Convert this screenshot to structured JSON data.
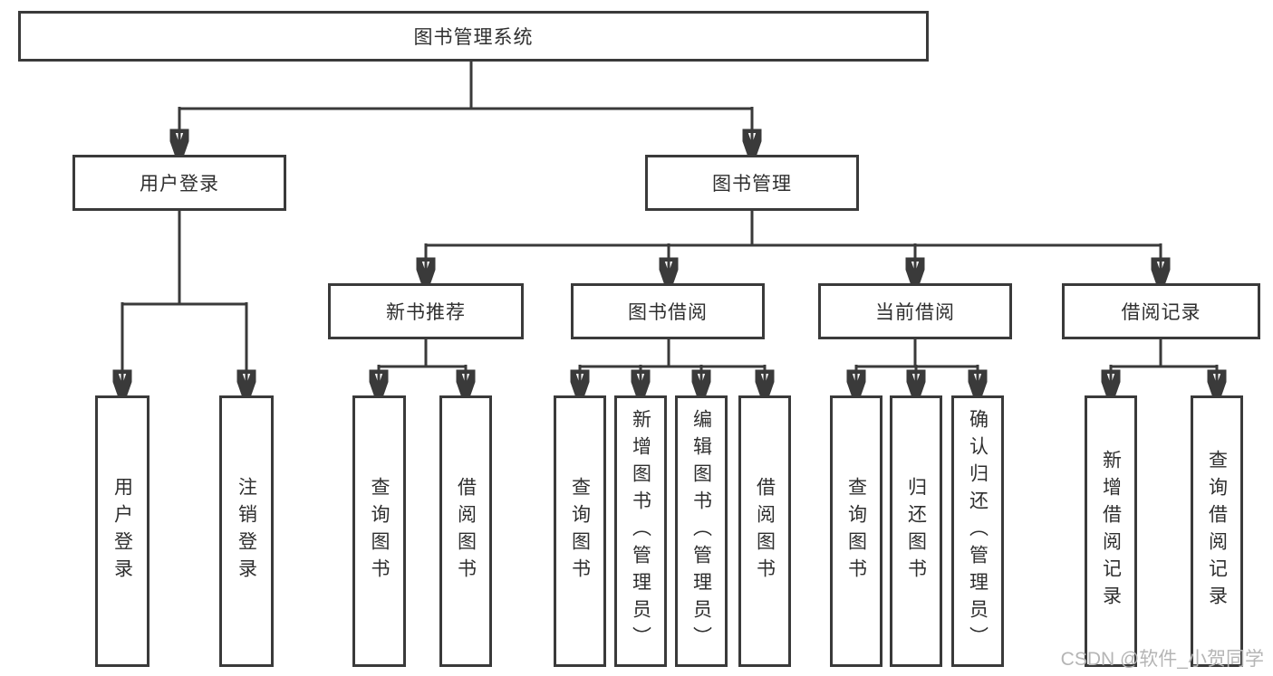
{
  "tree": {
    "label": "图书管理系统",
    "children": [
      {
        "label": "用户登录",
        "children": [
          {
            "label": "用户登录"
          },
          {
            "label": "注销登录"
          }
        ]
      },
      {
        "label": "图书管理",
        "children": [
          {
            "label": "新书推荐",
            "children": [
              {
                "label": "查询图书"
              },
              {
                "label": "借阅图书"
              }
            ]
          },
          {
            "label": "图书借阅",
            "children": [
              {
                "label": "查询图书"
              },
              {
                "label": "新增图书（管理员）"
              },
              {
                "label": "编辑图书（管理员）"
              },
              {
                "label": "借阅图书"
              }
            ]
          },
          {
            "label": "当前借阅",
            "children": [
              {
                "label": "查询图书"
              },
              {
                "label": "归还图书"
              },
              {
                "label": "确认归还（管理员）"
              }
            ]
          },
          {
            "label": "借阅记录",
            "children": [
              {
                "label": "新增借阅记录"
              },
              {
                "label": "查询借阅记录"
              }
            ]
          }
        ]
      }
    ]
  },
  "watermark": {
    "text": "CSDN @软件_小贺同学"
  },
  "colors": {
    "line": "#3a3a3a",
    "text": "#2f2f2f",
    "background": "#ffffff",
    "watermark": "#b5b5b5"
  }
}
